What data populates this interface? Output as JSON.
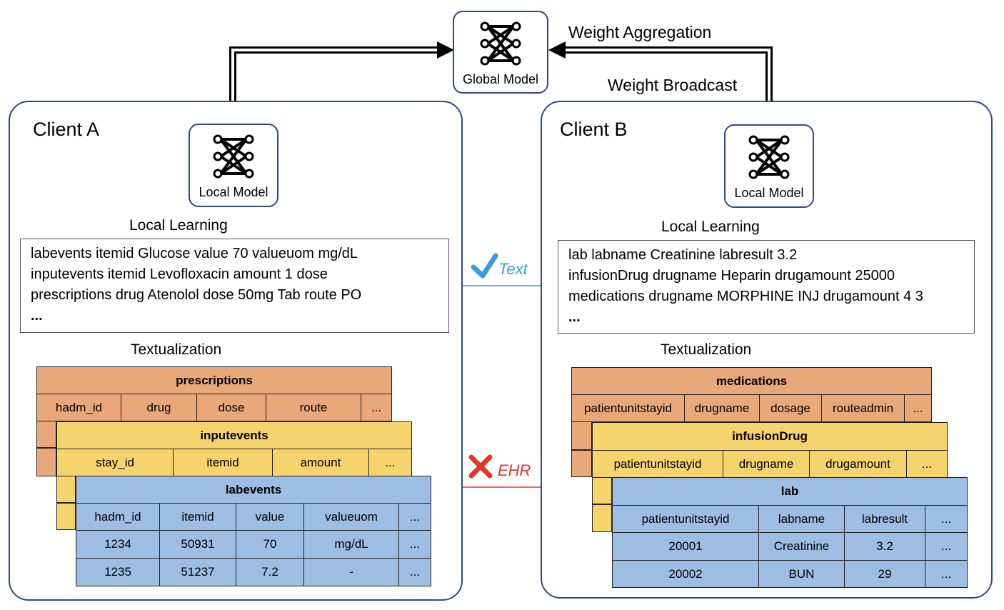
{
  "global_model": {
    "label": "Global Model"
  },
  "arrows": {
    "weight_aggregation": "Weight Aggregation",
    "weight_broadcast": "Weight Broadcast",
    "text_label": "Text",
    "ehr_label": "EHR"
  },
  "colors": {
    "client_border": "#2f4a7e",
    "text_share": "#3a9ae0",
    "ehr_block": "#e0392b",
    "orange": "#e9a87a",
    "yellow": "#f6d46d",
    "blue": "#9dbde2"
  },
  "client_a": {
    "title": "Client A",
    "model_label": "Local Model",
    "learning_label": "Local Learning",
    "textualization_label": "Textualization",
    "text_lines": [
      "labevents itemid Glucose value 70 valueuom mg/dL",
      "inputevents itemid Levofloxacin amount 1 dose",
      "prescriptions drug Atenolol dose 50mg Tab route PO",
      "..."
    ],
    "tables": {
      "prescriptions": {
        "name": "prescriptions",
        "columns": [
          "hadm_id",
          "drug",
          "dose",
          "route",
          "..."
        ]
      },
      "inputevents": {
        "name": "inputevents",
        "columns": [
          "stay_id",
          "itemid",
          "amount",
          "..."
        ]
      },
      "labevents": {
        "name": "labevents",
        "columns": [
          "hadm_id",
          "itemid",
          "value",
          "valueuom",
          "..."
        ],
        "rows": [
          [
            "1234",
            "50931",
            "70",
            "mg/dL",
            "..."
          ],
          [
            "1235",
            "51237",
            "7.2",
            "-",
            "..."
          ]
        ]
      }
    }
  },
  "client_b": {
    "title": "Client B",
    "model_label": "Local Model",
    "learning_label": "Local Learning",
    "textualization_label": "Textualization",
    "text_lines": [
      "lab labname Creatinine labresult 3.2",
      "infusionDrug drugname Heparin drugamount 25000",
      "medications drugname MORPHINE INJ drugamount 4 3",
      "..."
    ],
    "tables": {
      "medications": {
        "name": "medications",
        "columns": [
          "patientunitstayid",
          "drugname",
          "dosage",
          "routeadmin",
          "..."
        ]
      },
      "infusionDrug": {
        "name": "infusionDrug",
        "columns": [
          "patientunitstayid",
          "drugname",
          "drugamount",
          "..."
        ]
      },
      "lab": {
        "name": "lab",
        "columns": [
          "patientunitstayid",
          "labname",
          "labresult",
          "..."
        ],
        "rows": [
          [
            "20001",
            "Creatinine",
            "3.2",
            "..."
          ],
          [
            "20002",
            "BUN",
            "29",
            "..."
          ]
        ]
      }
    }
  }
}
